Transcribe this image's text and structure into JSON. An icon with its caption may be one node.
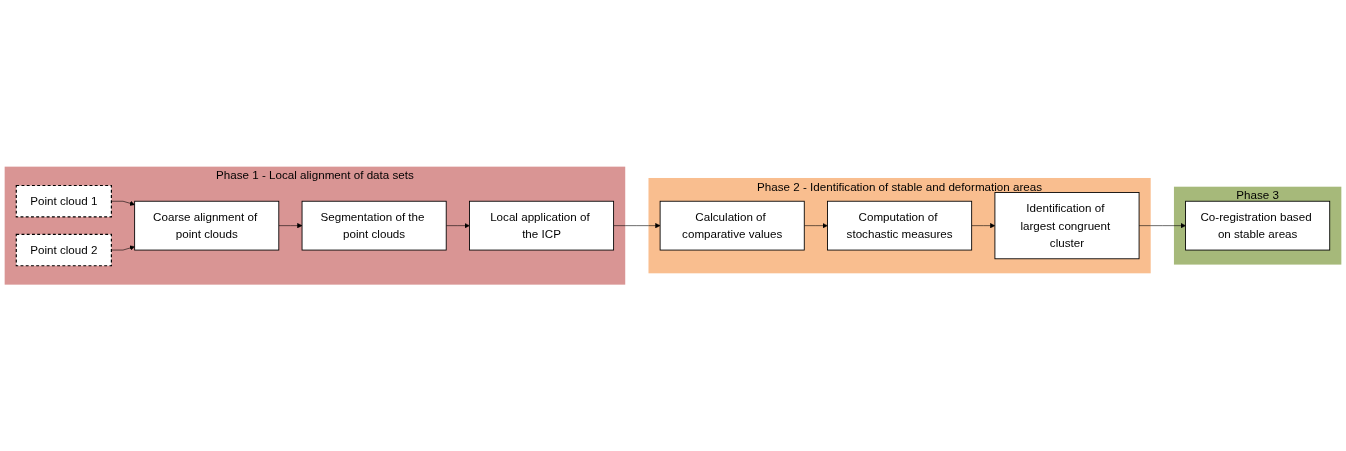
{
  "diagram": {
    "nodes": [
      {
        "text": [
          "Phase 1 - Local alignment of data sets"
        ]
      },
      {
        "text": [
          "Point cloud 1"
        ],
        "in": 0
      },
      {
        "text": [
          "Point cloud 2"
        ],
        "in": 0
      },
      {
        "text": [
          "Coarse alignment of point clouds"
        ],
        "in": 0
      },
      {
        "text": [
          "Segmentation of the point clouds"
        ],
        "in": 0
      },
      {
        "text": [
          "Local application of the ICP"
        ],
        "in": 0
      },
      {
        "text": [
          "Phase 3"
        ]
      },
      {
        "text": [
          "Co-registration based on stable areas"
        ],
        "in": 6
      },
      {
        "text": [
          "Phase 2 - Identification of stable and deformation areas"
        ]
      },
      {
        "text": [
          "Calculation of comparative values"
        ],
        "in": 8
      },
      {
        "text": [
          "Computation of stochastic measures"
        ],
        "in": 8
      },
      {
        "text": [
          "Identification of largest congruent cluster"
        ],
        "in": 8
      }
    ],
    "edges": [
      {
        "from": 1,
        "to": 3,
        "arrow": "to"
      },
      {
        "from": 2,
        "to": 3,
        "arrow": "to"
      },
      {
        "from": 3,
        "to": 4,
        "arrow": "to"
      },
      {
        "from": 4,
        "to": 5,
        "arrow": "to"
      },
      {
        "from": 5,
        "to": 9,
        "arrow": "to"
      },
      {
        "from": 9,
        "to": 10,
        "arrow": "to"
      },
      {
        "from": 10,
        "to": 11,
        "arrow": "to"
      },
      {
        "from": 11,
        "to": 7,
        "arrow": "to"
      }
    ]
  }
}
